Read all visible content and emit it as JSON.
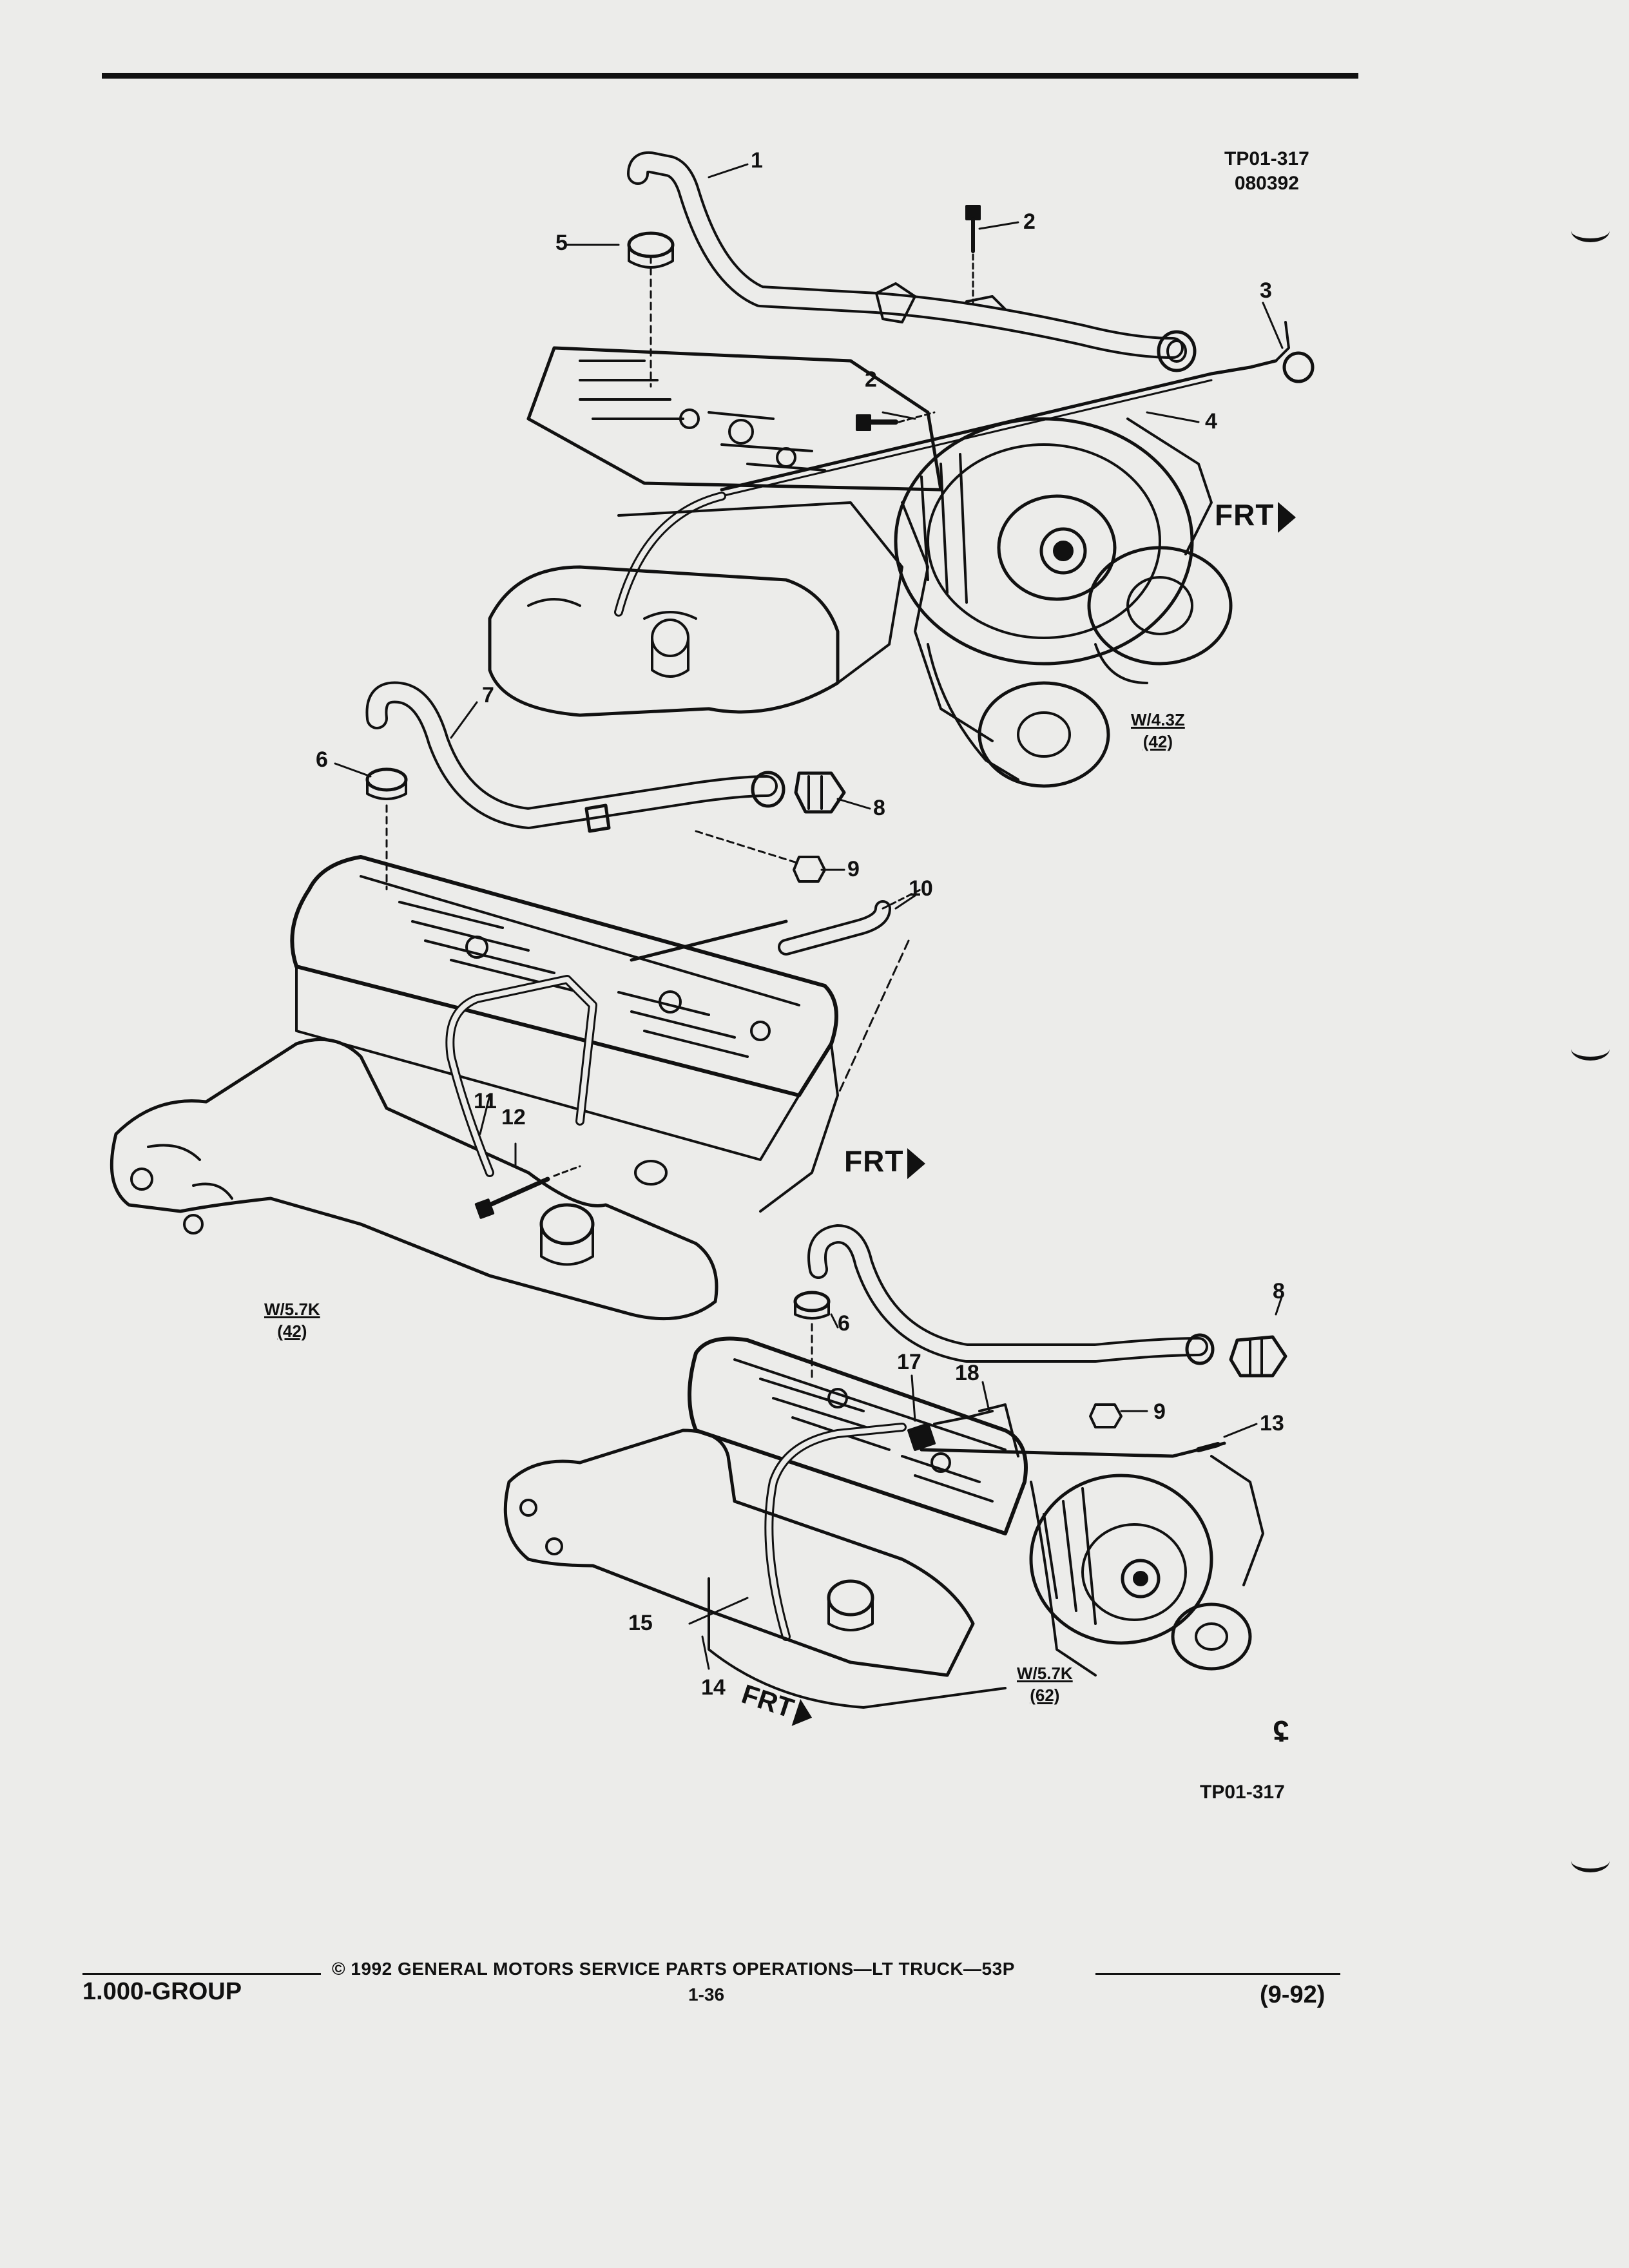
{
  "header": {
    "ref_code_line1": "TP01-317",
    "ref_code_line2": "080392"
  },
  "callouts": [
    "1",
    "2",
    "2",
    "3",
    "4",
    "5",
    "6",
    "7",
    "8",
    "9",
    "10",
    "11",
    "12",
    "6",
    "8",
    "9",
    "13",
    "17",
    "18",
    "15",
    "14"
  ],
  "variants": {
    "top": {
      "line1": "W/4.3Z",
      "line2": "(42)"
    },
    "middle": {
      "line1": "W/5.7K",
      "line2": "(42)"
    },
    "bottom": {
      "line1": "W/5.7K",
      "line2": "(62)"
    }
  },
  "frt_label": "FRT",
  "bottom_ref": "TP01-317",
  "logo": "ʢ",
  "footer": {
    "copyright": "© 1992 GENERAL MOTORS SERVICE PARTS OPERATIONS—LT TRUCK—53P",
    "group": "1.000-GROUP",
    "page": "1-36",
    "date": "(9-92)"
  },
  "colors": {
    "ink": "#111111",
    "paper": "#ececea"
  }
}
